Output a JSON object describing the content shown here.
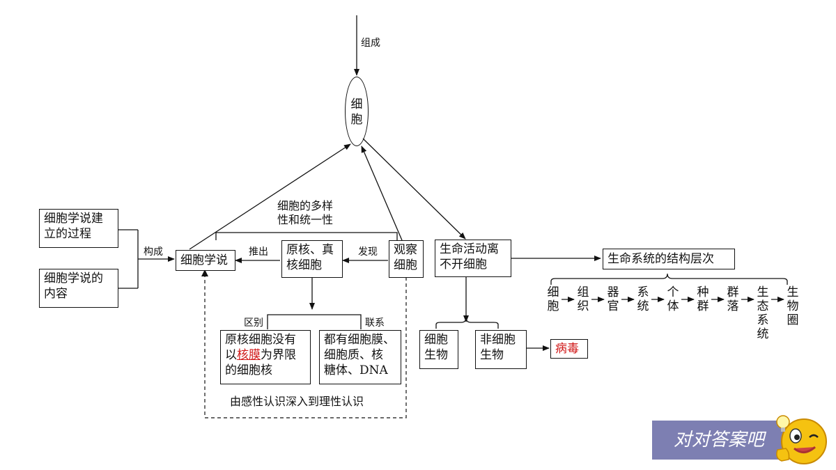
{
  "top_arrow_label": "组成",
  "cell_node": "细胞",
  "diversity_label_line1": "细胞的多样",
  "diversity_label_line2": "性和统一性",
  "history_box_line1": "细胞学说建",
  "history_box_line2": "立的过程",
  "content_box_line1": "细胞学说的",
  "content_box_line2": "内容",
  "compose_label": "构成",
  "cell_theory_box": "细胞学说",
  "derive_label": "推出",
  "pro_euk_line1": "原核、真",
  "pro_euk_line2": "核细胞",
  "discover_label": "发现",
  "observe_line1": "观察",
  "observe_line2": "细胞",
  "difference_label": "区别",
  "connection_label": "联系",
  "diff_box": {
    "line1": "原核细胞没有",
    "line2_pre": "以",
    "line2_red": "核膜",
    "line2_post": "为界限",
    "line3": "的细胞核"
  },
  "conn_box": {
    "line1": "都有细胞膜、",
    "line2": "细胞质、核",
    "line3": "糖体、DNA"
  },
  "perceptual_label": "由感性认识深入到理性认识",
  "life_box_line1": "生命活动离",
  "life_box_line2": "不开细胞",
  "cellular_box_line1": "细胞",
  "cellular_box_line2": "生物",
  "noncellular_box_line1": "非细胞",
  "noncellular_box_line2": "生物",
  "virus_box": "病毒",
  "hierarchy_box": "生命系统的结构层次",
  "hierarchy": [
    [
      "细",
      "胞"
    ],
    [
      "组",
      "织"
    ],
    [
      "器",
      "官"
    ],
    [
      "系",
      "统"
    ],
    [
      "个",
      "体"
    ],
    [
      "种",
      "群"
    ],
    [
      "群",
      "落"
    ],
    [
      "生",
      "态",
      "系",
      "统"
    ],
    [
      "生",
      "物",
      "圈"
    ]
  ],
  "watermark_text": "对对答案吧",
  "colors": {
    "line": "#111111",
    "accent": "#d01818",
    "watermark_bg": "#7d7fb2",
    "mascot": "#f5c211"
  }
}
